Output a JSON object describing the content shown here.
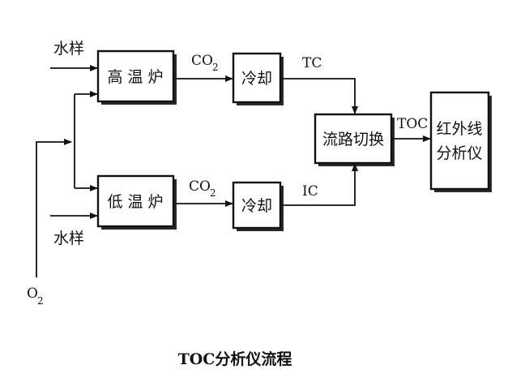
{
  "nodes": {
    "high_temp_furnace": "高 温 炉",
    "low_temp_furnace": "低 温 炉",
    "cooler_top": "冷却",
    "cooler_bottom": "冷却",
    "flow_switch": "流路切换",
    "ir_analyzer_line1": "红外线",
    "ir_analyzer_line2": "分析仪"
  },
  "labels": {
    "water_sample_top": "水样",
    "water_sample_bottom": "水样",
    "oxygen": "O",
    "oxygen_sub": "2",
    "co2_top": "CO",
    "co2_top_sub": "2",
    "co2_bottom": "CO",
    "co2_bottom_sub": "2",
    "tc": "TC",
    "ic": "IC",
    "toc": "TOC"
  },
  "caption": "TOC分析仪流程"
}
